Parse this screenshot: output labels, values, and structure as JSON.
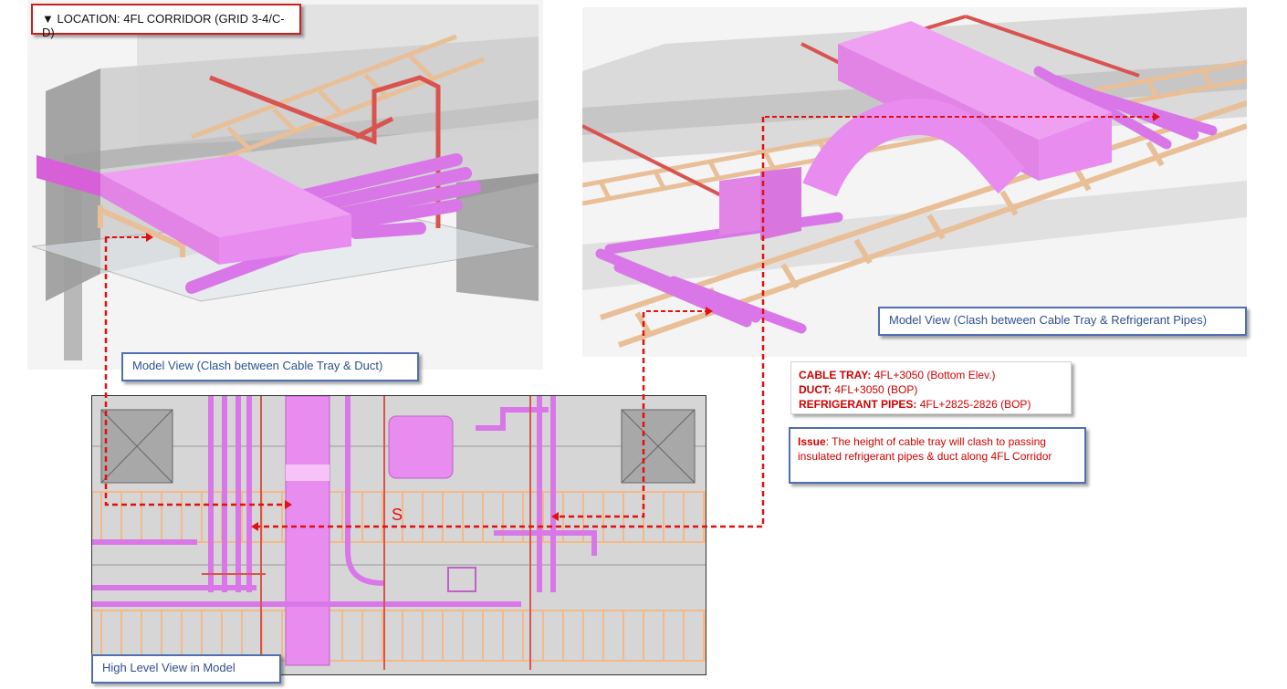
{
  "location": {
    "arrow": "▼",
    "text": "LOCATION: 4FL CORRIDOR (GRID 3-4/C-D)"
  },
  "callouts": {
    "duct_view": {
      "icon": "",
      "text": "Model View (Clash between Cable Tray & Duct)"
    },
    "pipes_view": {
      "icon": "",
      "text": "Model View (Clash between Cable Tray & Refrigerant Pipes)"
    },
    "plan_view": {
      "icon": "",
      "text": "High Level View in Model"
    }
  },
  "elevations": {
    "cable_tray": {
      "label": "CABLE TRAY:",
      "value": " 4FL+3050 (Bottom Elev.)"
    },
    "duct": {
      "label": "DUCT:",
      "value": " 4FL+3050 (BOP)"
    },
    "pipes": {
      "label": "REFRIGERANT PIPES:",
      "value": " 4FL+2825-2826 (BOP)"
    }
  },
  "issue": {
    "label": "Issue",
    "text": ": The height of cable tray will clash to passing insulated refrigerant pipes & duct along 4FL Corridor"
  },
  "plan": {
    "marker": "S"
  },
  "colors": {
    "duct": "#e88cf0",
    "pipe": "#d977e8",
    "cable_tray": "#f3d2b3",
    "red_pipe": "#d9534f",
    "callout_border": "#4f6fb0",
    "clash_line": "#e01010"
  }
}
